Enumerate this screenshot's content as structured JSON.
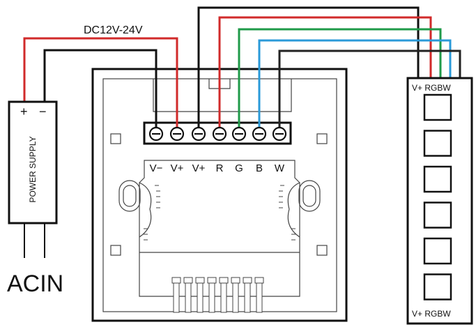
{
  "supply": {
    "voltage": "DC12V-24V",
    "plus": "+",
    "minus": "−",
    "label": "POWER SUPPLY",
    "input": "ACIN"
  },
  "controller": {
    "terminals": [
      "V−",
      "V+",
      "V+",
      "R",
      "G",
      "B",
      "W"
    ]
  },
  "strip": {
    "top_label": "V+ RGBW",
    "bottom_label": "V+ RGBW",
    "segments": 6
  },
  "wire_colors": {
    "red": "#d12a2a",
    "black": "#111111",
    "green": "#1f9a49",
    "blue": "#2a9ad8",
    "dark": "#222222"
  }
}
